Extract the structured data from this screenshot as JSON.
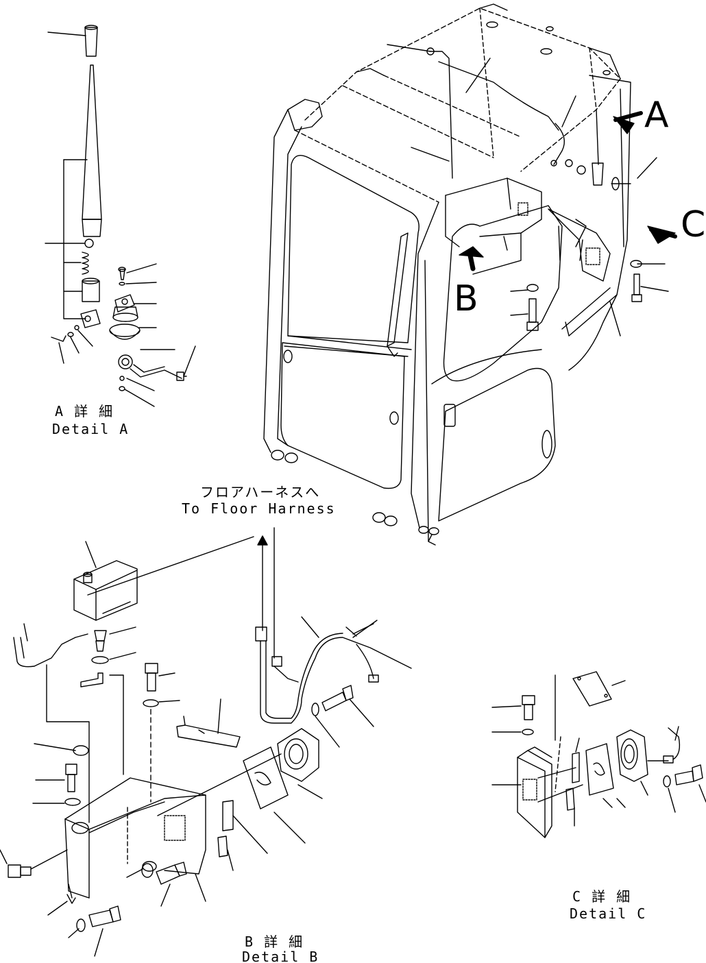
{
  "markers": {
    "a": "A",
    "b": "B",
    "c": "C"
  },
  "detail_a": {
    "jp": "A 詳 細",
    "en": "Detail A"
  },
  "detail_b": {
    "jp": "B 詳 細",
    "en": "Detail B"
  },
  "detail_c": {
    "jp": "C 詳 細",
    "en": "Detail C"
  },
  "harness_note": {
    "jp": "フロアハーネスへ",
    "en": "To Floor Harness"
  },
  "colors": {
    "ink": "#000000",
    "paper": "#ffffff"
  }
}
